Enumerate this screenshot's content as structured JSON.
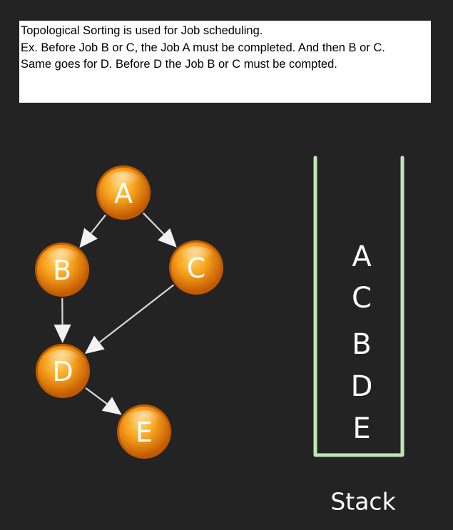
{
  "caption": {
    "lines": [
      "Topological Sorting is used for Job scheduling.",
      "Ex. Before Job B or C, the Job A must be completed. And then B or C.",
      "Same goes for D. Before D the Job B or C must be compted."
    ]
  },
  "graph": {
    "nodes": [
      {
        "id": "A",
        "label": "A"
      },
      {
        "id": "B",
        "label": "B"
      },
      {
        "id": "C",
        "label": "C"
      },
      {
        "id": "D",
        "label": "D"
      },
      {
        "id": "E",
        "label": "E"
      }
    ],
    "edges": [
      {
        "from": "A",
        "to": "B"
      },
      {
        "from": "A",
        "to": "C"
      },
      {
        "from": "B",
        "to": "D"
      },
      {
        "from": "C",
        "to": "D"
      },
      {
        "from": "D",
        "to": "E"
      }
    ],
    "colors": {
      "node_outer": "#c25a00",
      "node_inner": "#f7a21d",
      "edge": "#d8d8d8"
    }
  },
  "stack": {
    "items": [
      "A",
      "C",
      "B",
      "D",
      "E"
    ],
    "label": "Stack",
    "color": "#bfe6b5"
  }
}
